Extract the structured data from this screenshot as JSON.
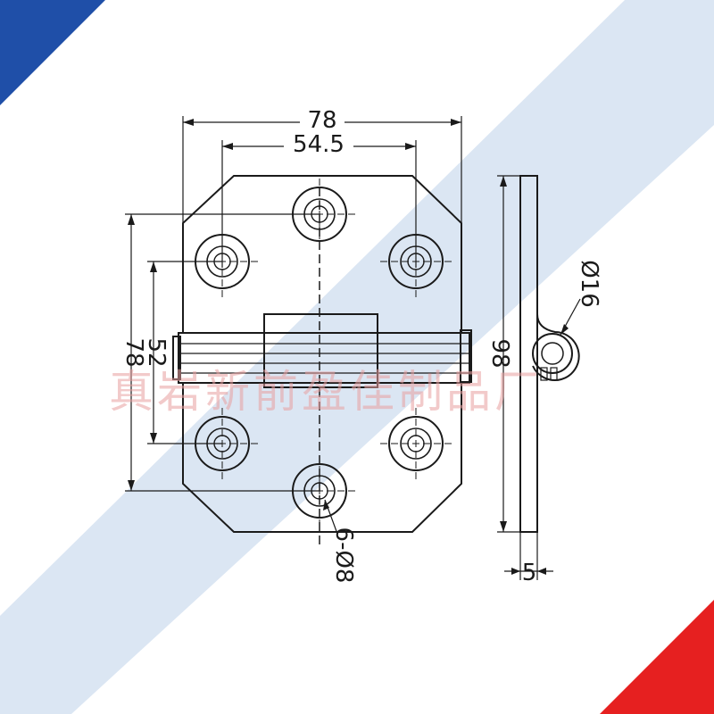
{
  "drawing": {
    "dimensions": {
      "overall_width": "78",
      "hole_spacing_width": "54.5",
      "overall_height": "78",
      "hole_spacing_height": "52",
      "side_height": "98",
      "pin_diameter": "Ø16",
      "thickness": "5",
      "hole_callout": "6-Ø8"
    },
    "watermark": "真岩新前盈佳制品厂"
  },
  "colors": {
    "corner_blue": "#1f4fa8",
    "corner_red": "#e62020",
    "diagonal_band": "#dbe6f3",
    "line": "#1a1a1a",
    "watermark": "#e8a0a0"
  }
}
